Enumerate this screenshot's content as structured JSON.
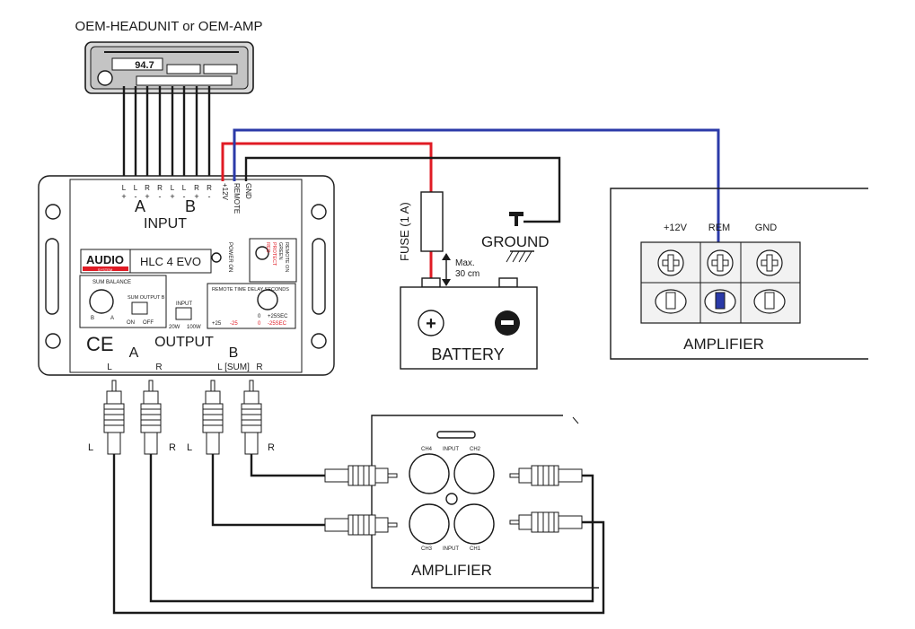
{
  "headunit": {
    "caption": "OEM-HEADUNIT or OEM-AMP",
    "display": "94.7"
  },
  "hlc": {
    "pin_labels": [
      "L",
      "L",
      "R",
      "R",
      "L",
      "L",
      "R",
      "R"
    ],
    "pin_signs": [
      "+",
      "-",
      "+",
      "-",
      "+",
      "-",
      "+",
      "-"
    ],
    "power_pins": [
      "+12V",
      "REMOTE",
      "GND"
    ],
    "input_a": "A",
    "input_b": "B",
    "input_label": "INPUT",
    "logo_text": "AUDIO",
    "logo_sub": "SYSTEM",
    "model": "HLC 4 EVO",
    "power_on": "POWER ON",
    "remote_on": "REMOTE ON",
    "remote_on_color": "GREEN",
    "protect": "PROTECT",
    "protect_color": "RED",
    "sum_balance": "SUM BALANCE",
    "sum_balance_b": "B",
    "sum_balance_a": "A",
    "sum_output_b": "SUM OUTPUT B",
    "on": "ON",
    "off": "OFF",
    "input_sel": "INPUT",
    "w20": "20W",
    "w100": "100W",
    "remote_delay": "REMOTE TIME DELAY SECONDS",
    "d_plus25": "+25",
    "d_minus25": "-25",
    "d_zero": "0",
    "d_zero2": "0",
    "d_p25sec": "+25SEC",
    "d_m25sec": "-25SEC",
    "ce": "CE",
    "output": "OUTPUT",
    "out_a": "A",
    "out_b": "B",
    "out_labels": [
      "L",
      "R",
      "L [SUM]",
      "R"
    ]
  },
  "rca_labels": [
    "L",
    "R",
    "L",
    "R"
  ],
  "fuse": {
    "label": "FUSE (1 A)",
    "max": "Max.",
    "dist": "30 cm"
  },
  "ground": "GROUND",
  "battery": {
    "label": "BATTERY",
    "plus": "+",
    "minus": "-"
  },
  "amp_top": {
    "label": "AMPLIFIER",
    "terms": [
      "+12V",
      "REM",
      "GND"
    ]
  },
  "amp_bottom": {
    "label": "AMPLIFIER",
    "input": "INPUT",
    "ch": [
      "CH4",
      "CH2",
      "CH3",
      "CH1"
    ]
  },
  "colors": {
    "power": "#e01b24",
    "remote": "#2b3aa8",
    "ground": "#1a1a1a"
  }
}
